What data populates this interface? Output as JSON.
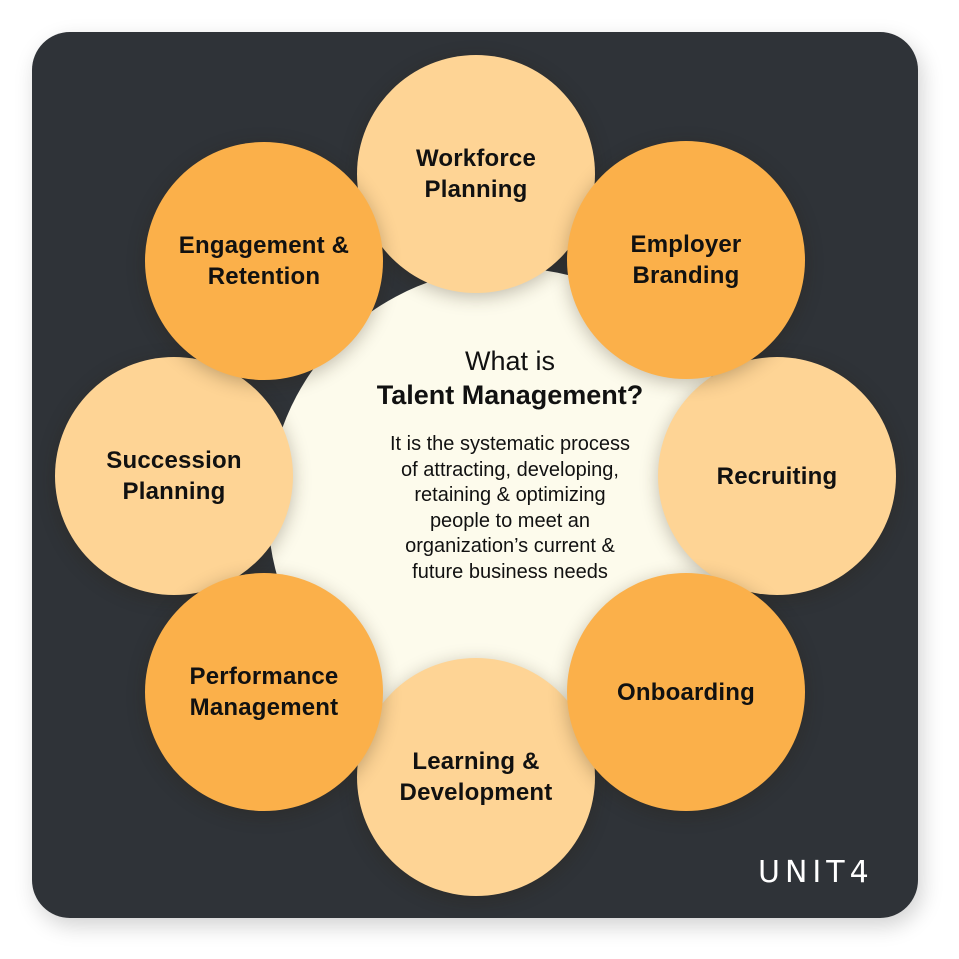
{
  "diagram": {
    "title_line1": "What is",
    "title_line2": "Talent Management?",
    "description": "It is the systematic process\nof attracting, developing,\nretaining & optimizing\npeople to meet an\norganization’s current &\nfuture business needs",
    "nodes": [
      {
        "label": "Workforce\nPlanning",
        "shade": "light"
      },
      {
        "label": "Employer\nBranding",
        "shade": "dark"
      },
      {
        "label": "Recruiting",
        "shade": "light"
      },
      {
        "label": "Onboarding",
        "shade": "dark"
      },
      {
        "label": "Learning &\nDevelopment",
        "shade": "light"
      },
      {
        "label": "Performance\nManagement",
        "shade": "dark"
      },
      {
        "label": "Succession\nPlanning",
        "shade": "light"
      },
      {
        "label": "Engagement &\nRetention",
        "shade": "dark"
      }
    ],
    "brand": "UNIT4",
    "colors": {
      "card_background": "#2f3338",
      "center_fill": "#fdfbec",
      "node_light": "#fed495",
      "node_dark": "#fbb04a",
      "text": "#111111",
      "logo": "#ffffff"
    }
  }
}
